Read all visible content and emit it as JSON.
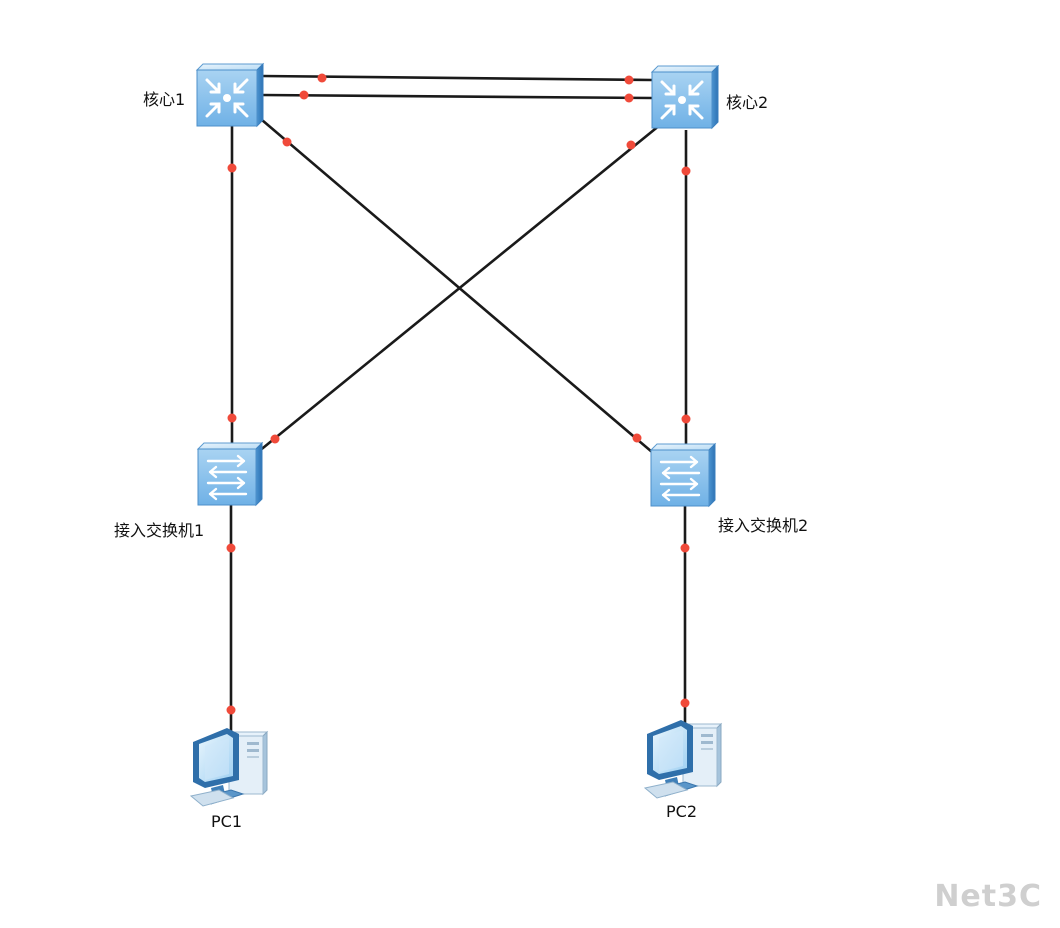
{
  "nodes": {
    "core1": {
      "label": "核心1",
      "icon": "core-switch-icon"
    },
    "core2": {
      "label": "核心2",
      "icon": "core-switch-icon"
    },
    "access1": {
      "label": "接入交换机1",
      "icon": "access-switch-icon"
    },
    "access2": {
      "label": "接入交换机2",
      "icon": "access-switch-icon"
    },
    "pc1": {
      "label": "PC1",
      "icon": "pc-icon"
    },
    "pc2": {
      "label": "PC2",
      "icon": "pc-icon"
    }
  },
  "links": [
    {
      "from": "core1",
      "to": "core2"
    },
    {
      "from": "core1",
      "to": "core2"
    },
    {
      "from": "core1",
      "to": "access1"
    },
    {
      "from": "core1",
      "to": "access2"
    },
    {
      "from": "core2",
      "to": "access1"
    },
    {
      "from": "core2",
      "to": "access2"
    },
    {
      "from": "access1",
      "to": "pc1"
    },
    {
      "from": "access2",
      "to": "pc2"
    }
  ],
  "colors": {
    "link": "#1a1a1a",
    "port": "#f04a3a",
    "device_light": "#cfe6f8",
    "device_mid": "#8ec5ee",
    "device_dark": "#3f88c8"
  },
  "watermark": "Net3C"
}
